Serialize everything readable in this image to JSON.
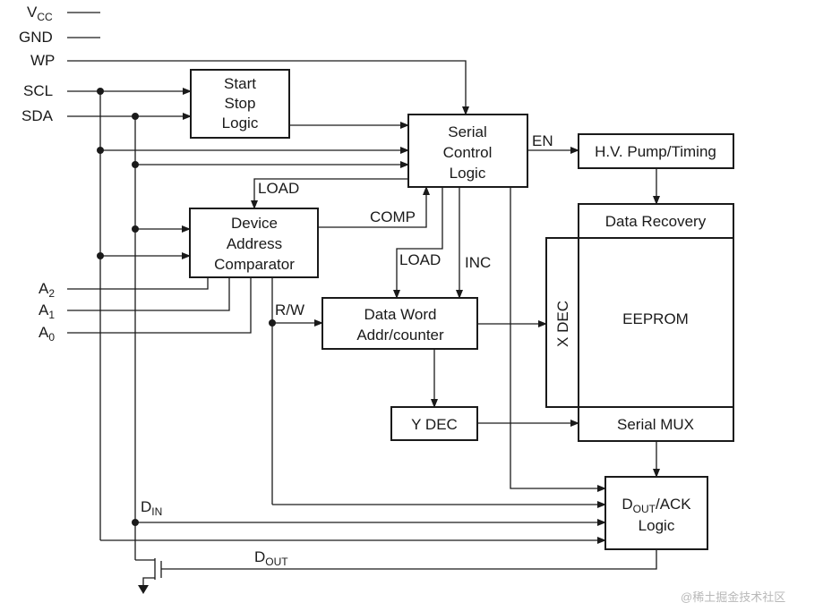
{
  "pins": {
    "vcc": {
      "main": "V",
      "sub": "CC"
    },
    "gnd": "GND",
    "wp": "WP",
    "scl": "SCL",
    "sda": "SDA",
    "a2": {
      "main": "A",
      "sub": "2"
    },
    "a1": {
      "main": "A",
      "sub": "1"
    },
    "a0": {
      "main": "A",
      "sub": "0"
    }
  },
  "blocks": {
    "start_stop": [
      "Start",
      "Stop",
      "Logic"
    ],
    "serial_control": [
      "Serial",
      "Control",
      "Logic"
    ],
    "hv_pump": "H.V. Pump/Timing",
    "data_recovery": "Data Recovery",
    "device_address": [
      "Device",
      "Address",
      "Comparator"
    ],
    "data_word": [
      "Data Word",
      "Addr/counter"
    ],
    "x_dec": "X DEC",
    "eeprom": "EEPROM",
    "y_dec": "Y DEC",
    "serial_mux": "Serial MUX",
    "dout_ack": {
      "pre": "D",
      "sub": "OUT",
      "post": "/ACK",
      "line2": "Logic"
    }
  },
  "signals": {
    "en": "EN",
    "load_top": "LOAD",
    "comp": "COMP",
    "load_mid": "LOAD",
    "inc": "INC",
    "rw": "R/W",
    "din": {
      "main": "D",
      "sub": "IN"
    },
    "dout": {
      "main": "D",
      "sub": "OUT"
    }
  },
  "watermark": "@稀土掘金技术社区"
}
